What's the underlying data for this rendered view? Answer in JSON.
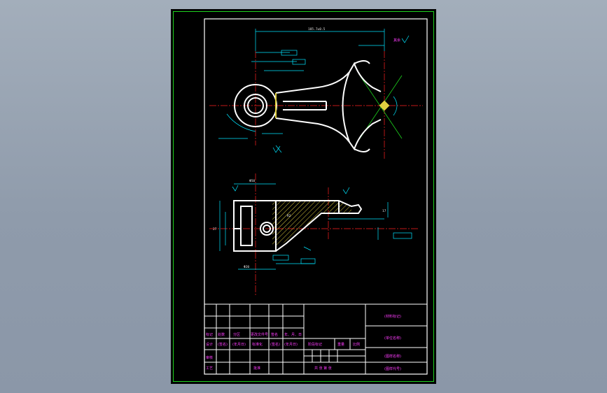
{
  "drawing": {
    "background_color": "#000000",
    "frame_color": "#ffffff",
    "outer_border_color": "#1ed21e",
    "part_outline_color": "#ffffff",
    "dimension_color": "#00e5ff",
    "centerline_color": "#ff2020",
    "hatch_color": "#e0d040",
    "title_text_color": "#ff3cff",
    "roughness_mark": "其余",
    "dims": {
      "overall_length": "185.7±0.5",
      "phi_20": "Φ20",
      "phi_50": "Φ50",
      "r_a": "R2",
      "height_27": "27",
      "width_17": "17"
    }
  },
  "title_block": {
    "rev_row": [
      "标记",
      "处数",
      "分区",
      "更改文件号",
      "签名",
      "年、月、日"
    ],
    "sign_row": [
      "设计",
      "(签名)",
      "(年月日)",
      "标准化",
      "(签名)",
      "(年月日)"
    ],
    "stage_labels": [
      "阶段标记",
      "重量",
      "比例"
    ],
    "sheet_text": "共  张  第  张",
    "review_row": [
      "审核",
      "工艺",
      "批准"
    ],
    "right_cells": [
      "(材料标记)",
      "(单位名称)",
      "(图样名称)",
      "(图样代号)"
    ]
  }
}
